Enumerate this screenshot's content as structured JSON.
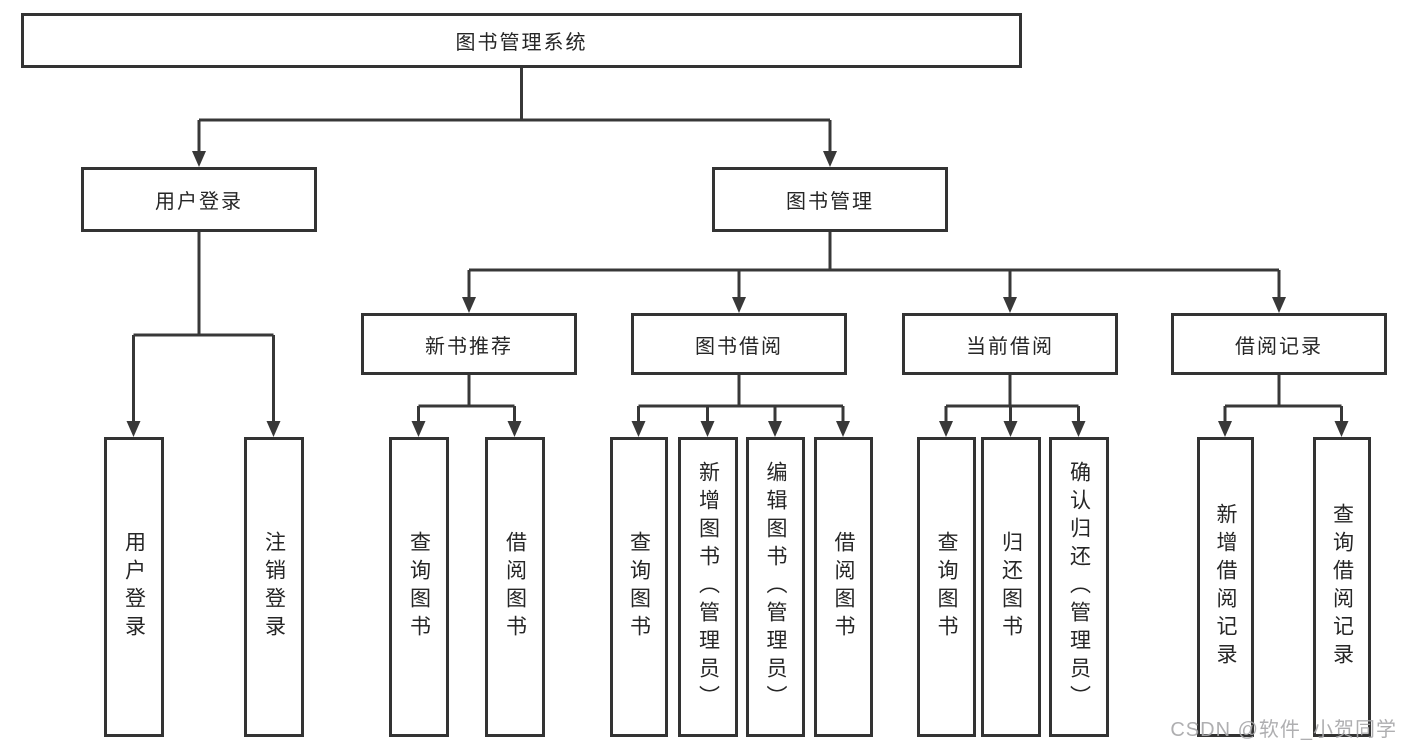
{
  "diagram_type": "hierarchy-tree",
  "colors": {
    "line": "#383838",
    "box_border": "#333333",
    "box_fill": "#ffffff",
    "text": "#262626",
    "watermark": "#a8a8aa"
  },
  "tree": {
    "root": {
      "label": "图书管理系统",
      "children": [
        {
          "label": "用户登录",
          "children": [
            {
              "label": "用户登录"
            },
            {
              "label": "注销登录"
            }
          ]
        },
        {
          "label": "图书管理",
          "children": [
            {
              "label": "新书推荐",
              "children": [
                {
                  "label": "查询图书"
                },
                {
                  "label": "借阅图书"
                }
              ]
            },
            {
              "label": "图书借阅",
              "children": [
                {
                  "label": "查询图书"
                },
                {
                  "label": "新增图书（管理员）"
                },
                {
                  "label": "编辑图书（管理员）"
                },
                {
                  "label": "借阅图书"
                }
              ]
            },
            {
              "label": "当前借阅",
              "children": [
                {
                  "label": "查询图书"
                },
                {
                  "label": "归还图书"
                },
                {
                  "label": "确认归还（管理员）"
                }
              ]
            },
            {
              "label": "借阅记录",
              "children": [
                {
                  "label": "新增借阅记录"
                },
                {
                  "label": "查询借阅记录"
                }
              ]
            }
          ]
        }
      ]
    }
  },
  "watermark": {
    "text": "CSDN @软件_小贺同学"
  }
}
